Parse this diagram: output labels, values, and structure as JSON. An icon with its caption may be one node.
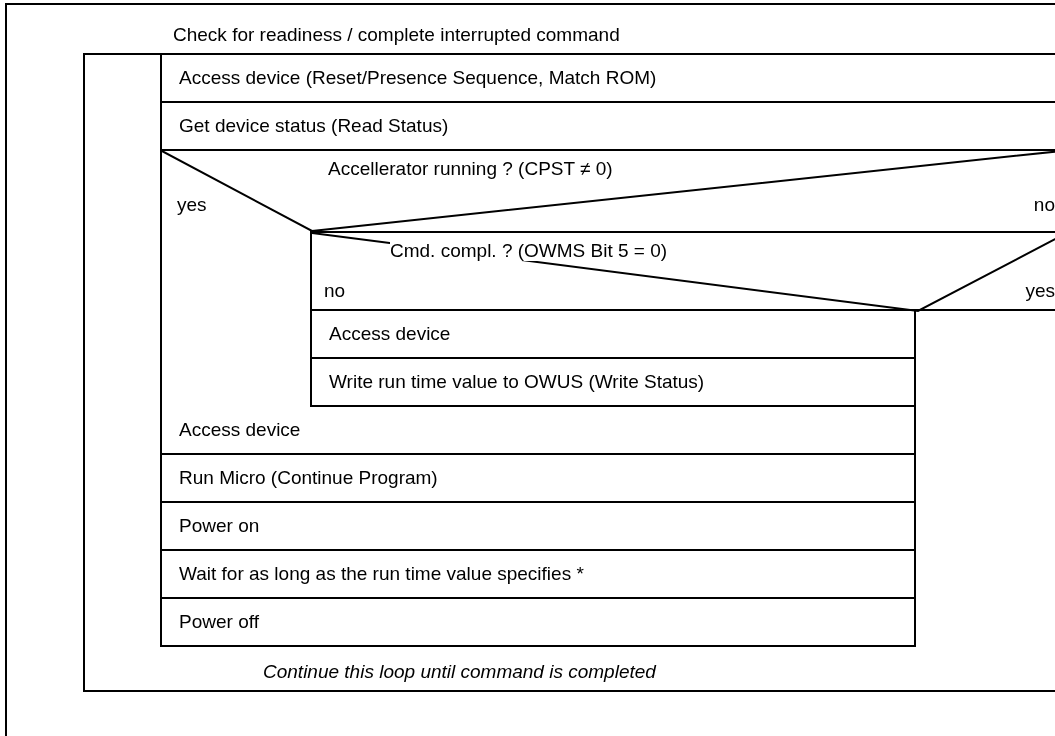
{
  "diagram": {
    "nodes": [
      {
        "text": [
          "Check for readiness / complete interrupted command"
        ]
      },
      {
        "text": [
          "Continue this loop until command is completed"
        ],
        "in": 0
      },
      {
        "text": [
          "Access device (Reset/Presence Sequence, Match ROM)"
        ],
        "in": 1
      },
      {
        "text": [
          "Get device status (Read Status)"
        ],
        "in": 1
      },
      {
        "text": [
          "Accellerator running ? (CPST ≠ 0)",
          "yes",
          "no"
        ],
        "in": 1
      },
      {
        "text": [
          "Cmd. compl. ? (OWMS Bit 5 = 0)",
          "no",
          "yes"
        ],
        "in": 1
      },
      {
        "text": [
          "Access device"
        ],
        "in": 1
      },
      {
        "text": [
          "Write run time value to OWUS (Write Status)"
        ],
        "in": 1
      },
      {
        "text": [
          "Access device"
        ],
        "in": 1
      },
      {
        "text": [
          "Run Micro (Continue Program)"
        ],
        "in": 1
      },
      {
        "text": [
          "Power on"
        ],
        "in": 1
      },
      {
        "text": [
          "Wait for as long as the run time value specifies *"
        ],
        "in": 1
      },
      {
        "text": [
          "Power off"
        ],
        "in": 1
      }
    ]
  }
}
